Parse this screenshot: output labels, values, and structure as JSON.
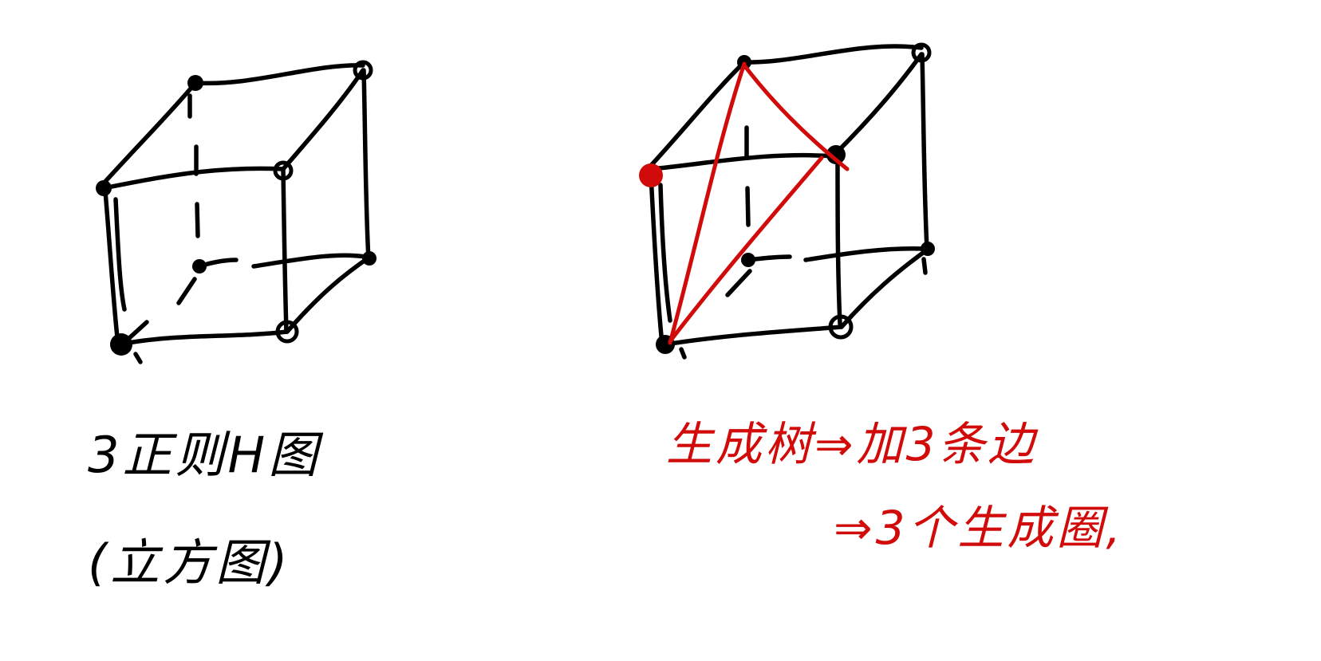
{
  "colors": {
    "ink": "#000000",
    "accent": "#d10a0a",
    "background": "#ffffff"
  },
  "left_figure": {
    "subject": "cube",
    "note_line1": "3正则H图",
    "note_line2": "(立方图)"
  },
  "right_figure": {
    "subject": "cube-with-spanning-tree-edges",
    "note_line1": "生成树⇒加3条边",
    "note_line2": "⇒3个生成圈,"
  }
}
